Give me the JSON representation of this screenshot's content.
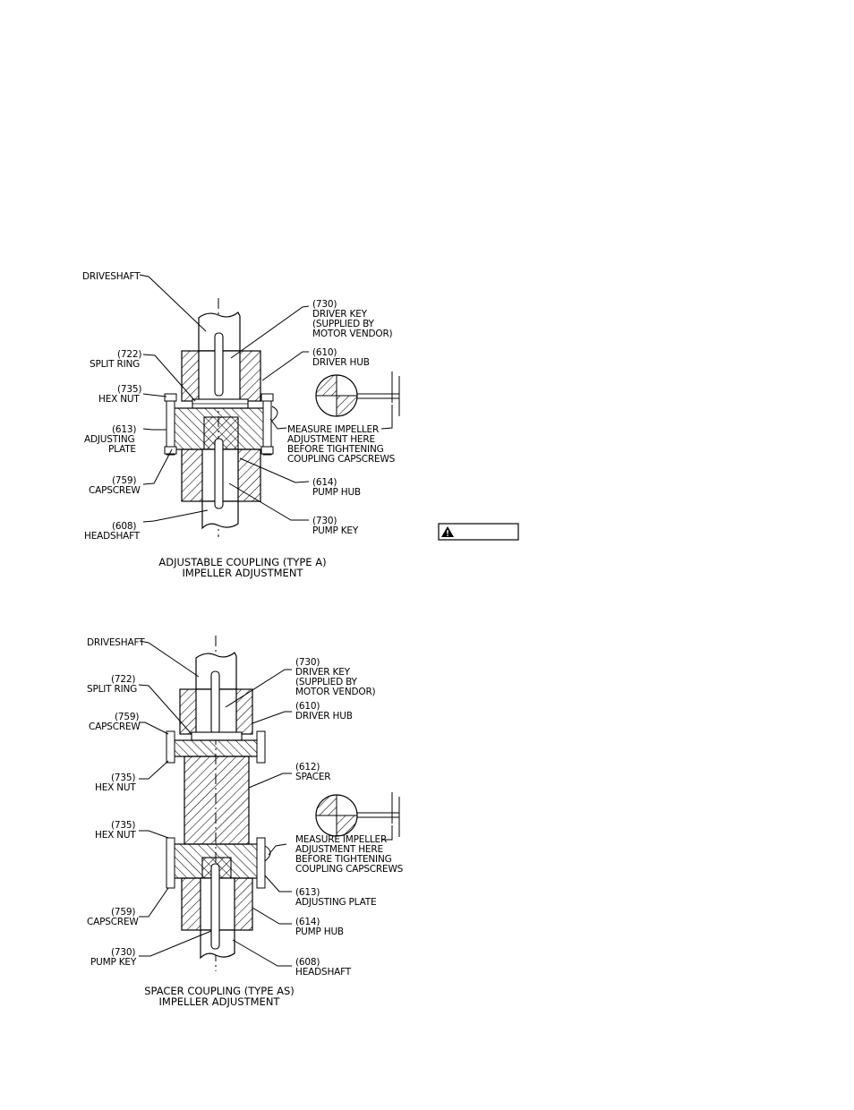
{
  "figure_a": {
    "labels": {
      "driveshaft": "DRIVESHAFT",
      "driver_key_1": "(730)",
      "driver_key_2": "DRIVER KEY",
      "driver_key_3": "(SUPPLIED BY",
      "driver_key_4": "MOTOR VENDOR)",
      "split_ring_1": "(722)",
      "split_ring_2": "SPLIT RING",
      "driver_hub_1": "(610)",
      "driver_hub_2": "DRIVER HUB",
      "hex_nut_1": "(735)",
      "hex_nut_2": "HEX NUT",
      "adj_plate_1": "(613)",
      "adj_plate_2": "ADJUSTING",
      "adj_plate_3": "PLATE",
      "measure_1": "MEASURE IMPELLER",
      "measure_2": "ADJUSTMENT HERE",
      "measure_3": "BEFORE TIGHTENING",
      "measure_4": "COUPLING CAPSCREWS",
      "capscrew_1": "(759)",
      "capscrew_2": "CAPSCREW",
      "pump_hub_1": "(614)",
      "pump_hub_2": "PUMP HUB",
      "headshaft_1": "(608)",
      "headshaft_2": "HEADSHAFT",
      "pump_key_1": "(730)",
      "pump_key_2": "PUMP KEY"
    },
    "caption_1": "ADJUSTABLE COUPLING (TYPE A)",
    "caption_2": "IMPELLER ADJUSTMENT"
  },
  "figure_b": {
    "labels": {
      "driveshaft": "DRIVESHAFT",
      "driver_key_1": "(730)",
      "driver_key_2": "DRIVER KEY",
      "driver_key_3": "(SUPPLIED BY",
      "driver_key_4": "MOTOR VENDOR)",
      "split_ring_1": "(722)",
      "split_ring_2": "SPLIT RING",
      "capscrew_top_1": "(759)",
      "capscrew_top_2": "CAPSCREW",
      "driver_hub_1": "(610)",
      "driver_hub_2": "DRIVER HUB",
      "hex_nut_top_1": "(735)",
      "hex_nut_top_2": "HEX NUT",
      "spacer_1": "(612)",
      "spacer_2": "SPACER",
      "hex_nut_bot_1": "(735)",
      "hex_nut_bot_2": "HEX NUT",
      "measure_1": "MEASURE IMPELLER",
      "measure_2": "ADJUSTMENT HERE",
      "measure_3": "BEFORE TIGHTENING",
      "measure_4": "COUPLING CAPSCREWS",
      "adj_plate_1": "(613)",
      "adj_plate_2": "ADJUSTING PLATE",
      "capscrew_bot_1": "(759)",
      "capscrew_bot_2": "CAPSCREW",
      "pump_hub_1": "(614)",
      "pump_hub_2": "PUMP HUB",
      "pump_key_1": "(730)",
      "pump_key_2": "PUMP KEY",
      "headshaft_1": "(608)",
      "headshaft_2": "HEADSHAFT"
    },
    "caption_1": "SPACER COUPLING (TYPE AS)",
    "caption_2": "IMPELLER ADJUSTMENT"
  },
  "warning_box": {
    "icon": "warning-triangle-icon",
    "text": ""
  }
}
